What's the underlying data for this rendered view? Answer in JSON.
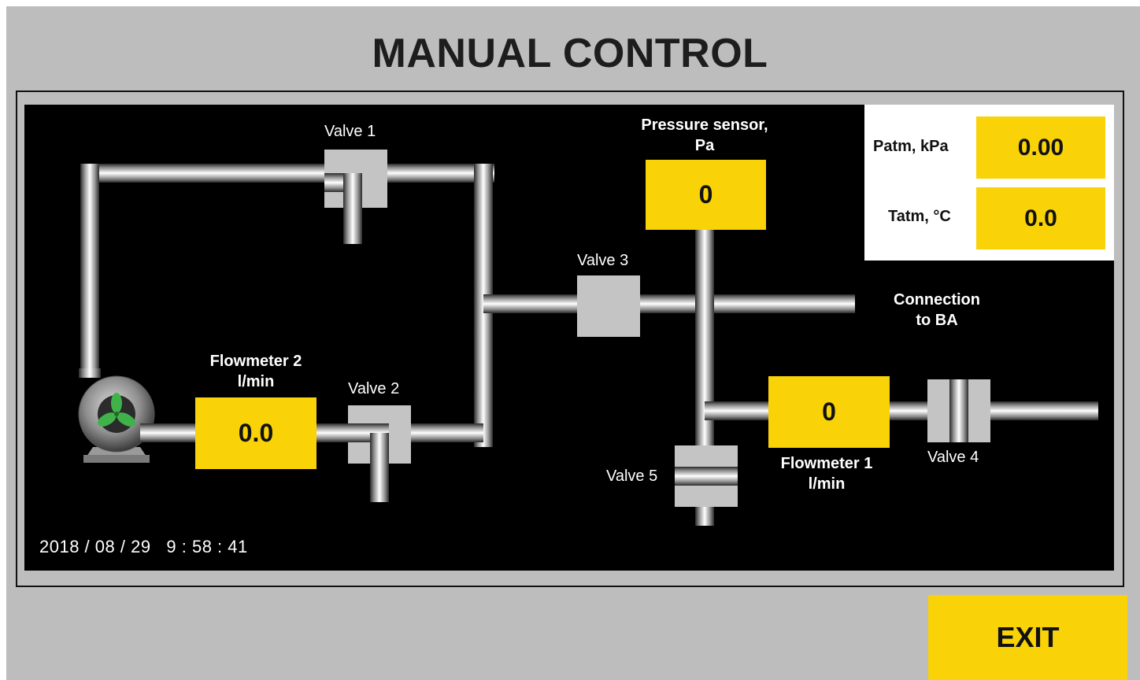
{
  "title": "MANUAL CONTROL",
  "valves": {
    "v1": "Valve 1",
    "v2": "Valve 2",
    "v3": "Valve 3",
    "v4": "Valve 4",
    "v5": "Valve 5"
  },
  "pressure_sensor": {
    "label_line1": "Pressure sensor,",
    "label_line2": "Pa",
    "value": "0"
  },
  "flowmeter1": {
    "label_line1": "Flowmeter 1",
    "label_line2": "l/min",
    "value": "0"
  },
  "flowmeter2": {
    "label_line1": "Flowmeter 2",
    "label_line2": "l/min",
    "value": "0.0"
  },
  "connection": {
    "line1": "Connection",
    "line2": "to BA"
  },
  "atmosphere": {
    "patm_label": "Patm, kPa",
    "patm_value": "0.00",
    "tatm_label": "Tatm, °C",
    "tatm_value": "0.0"
  },
  "datetime": "2018 / 08 / 29   9 : 58 : 41",
  "exit_label": "EXIT",
  "colors": {
    "background": "#bdbdbd",
    "panel": "#000000",
    "accent": "#f9d208",
    "valve": "#c4c4c4"
  }
}
